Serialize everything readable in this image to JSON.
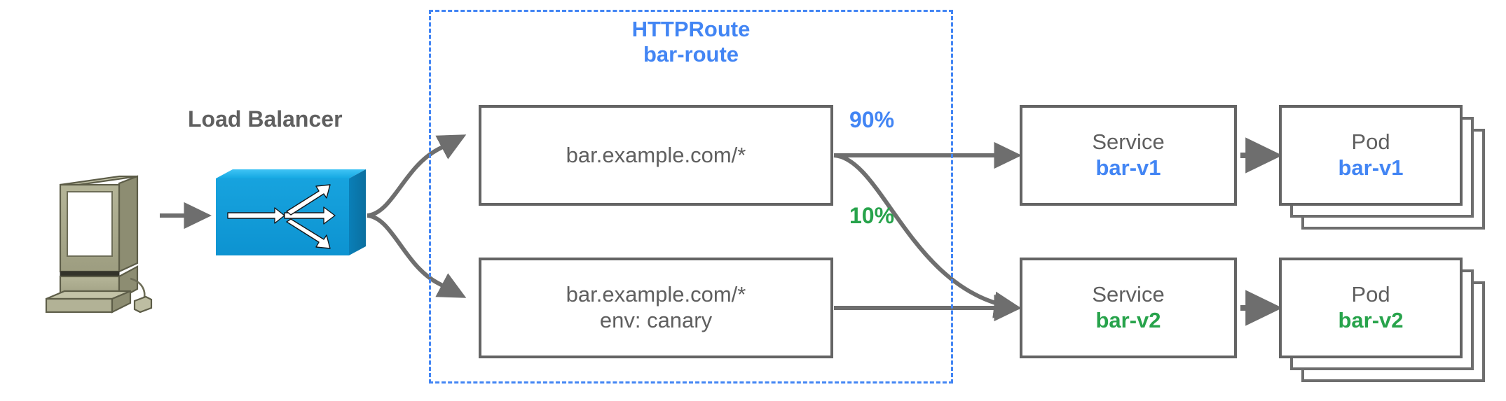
{
  "diagram": {
    "title_hidden": "",
    "colors": {
      "blue": "#4285f4",
      "green": "#27a34b",
      "gray_text": "#5f5f5f",
      "box_border": "#646464",
      "lb_blue": "#0d9dd8",
      "computer_beige": "#a9a98c",
      "arrow_gray": "#6e6e6e"
    }
  },
  "client": {
    "icon": "desktop-computer-icon"
  },
  "load_balancer": {
    "label": "Load Balancer",
    "icon": "load-balancer-icon"
  },
  "httproute": {
    "kind_label": "HTTPRoute",
    "name_label": "bar-route",
    "rules": [
      {
        "id": "rule-primary",
        "lines": [
          "bar.example.com/*"
        ]
      },
      {
        "id": "rule-canary",
        "lines": [
          "bar.example.com/*",
          "env: canary"
        ]
      }
    ]
  },
  "weights": [
    {
      "id": "weight-90",
      "label": "90%",
      "color": "#4285f4"
    },
    {
      "id": "weight-10",
      "label": "10%",
      "color": "#27a34b"
    }
  ],
  "services": [
    {
      "id": "service-bar-v1",
      "kind": "Service",
      "name": "bar-v1",
      "color": "#4285f4"
    },
    {
      "id": "service-bar-v2",
      "kind": "Service",
      "name": "bar-v2",
      "color": "#27a34b"
    }
  ],
  "pods": [
    {
      "id": "pod-bar-v1",
      "kind": "Pod",
      "name": "bar-v1",
      "color": "#4285f4",
      "replicas": 3
    },
    {
      "id": "pod-bar-v2",
      "kind": "Pod",
      "name": "bar-v2",
      "color": "#27a34b",
      "replicas": 3
    }
  ]
}
